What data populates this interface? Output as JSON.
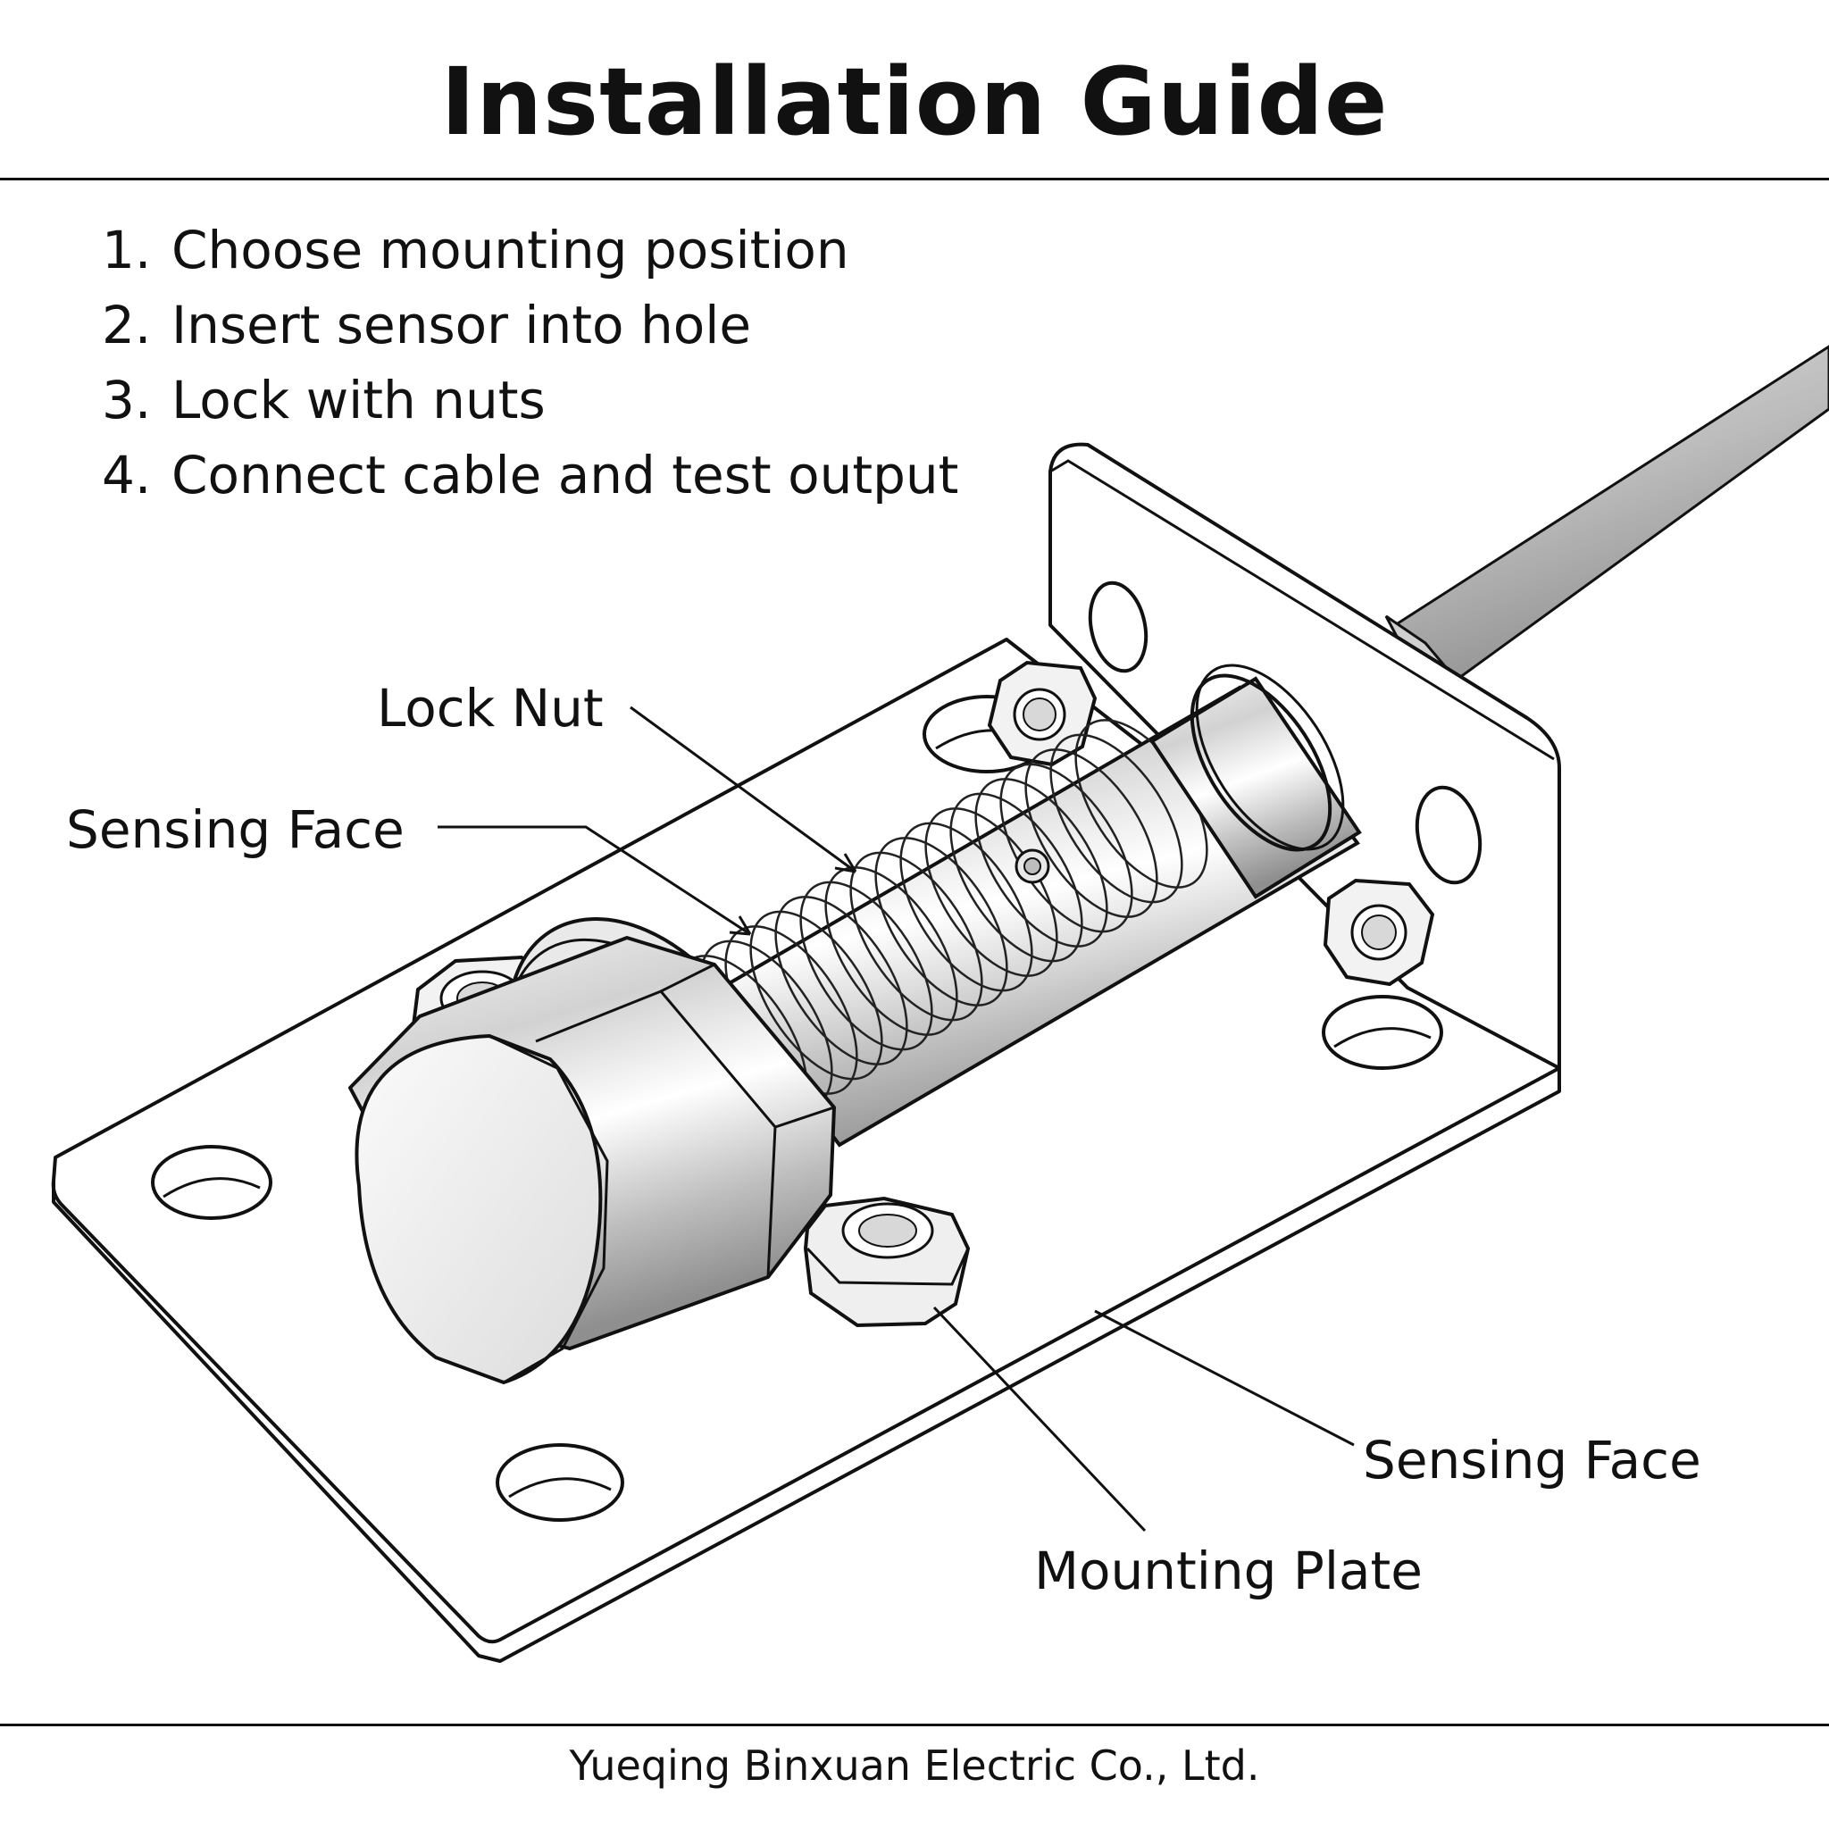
{
  "title": "Installation Guide",
  "steps": [
    {
      "number": "1.",
      "text": "Choose mounting position"
    },
    {
      "number": "2.",
      "text": "Insert sensor into hole"
    },
    {
      "number": "3.",
      "text": "Lock with nuts"
    },
    {
      "number": "4.",
      "text": "Connect cable and test output"
    }
  ],
  "callouts": {
    "lock_nut": "Lock Nut",
    "sensing_face_left": "Sensing Face",
    "sensing_face_right": "Sensing Face",
    "mounting_plate": "Mounting Plate"
  },
  "footer": "Yueqing Binxuan Electric Co., Ltd."
}
